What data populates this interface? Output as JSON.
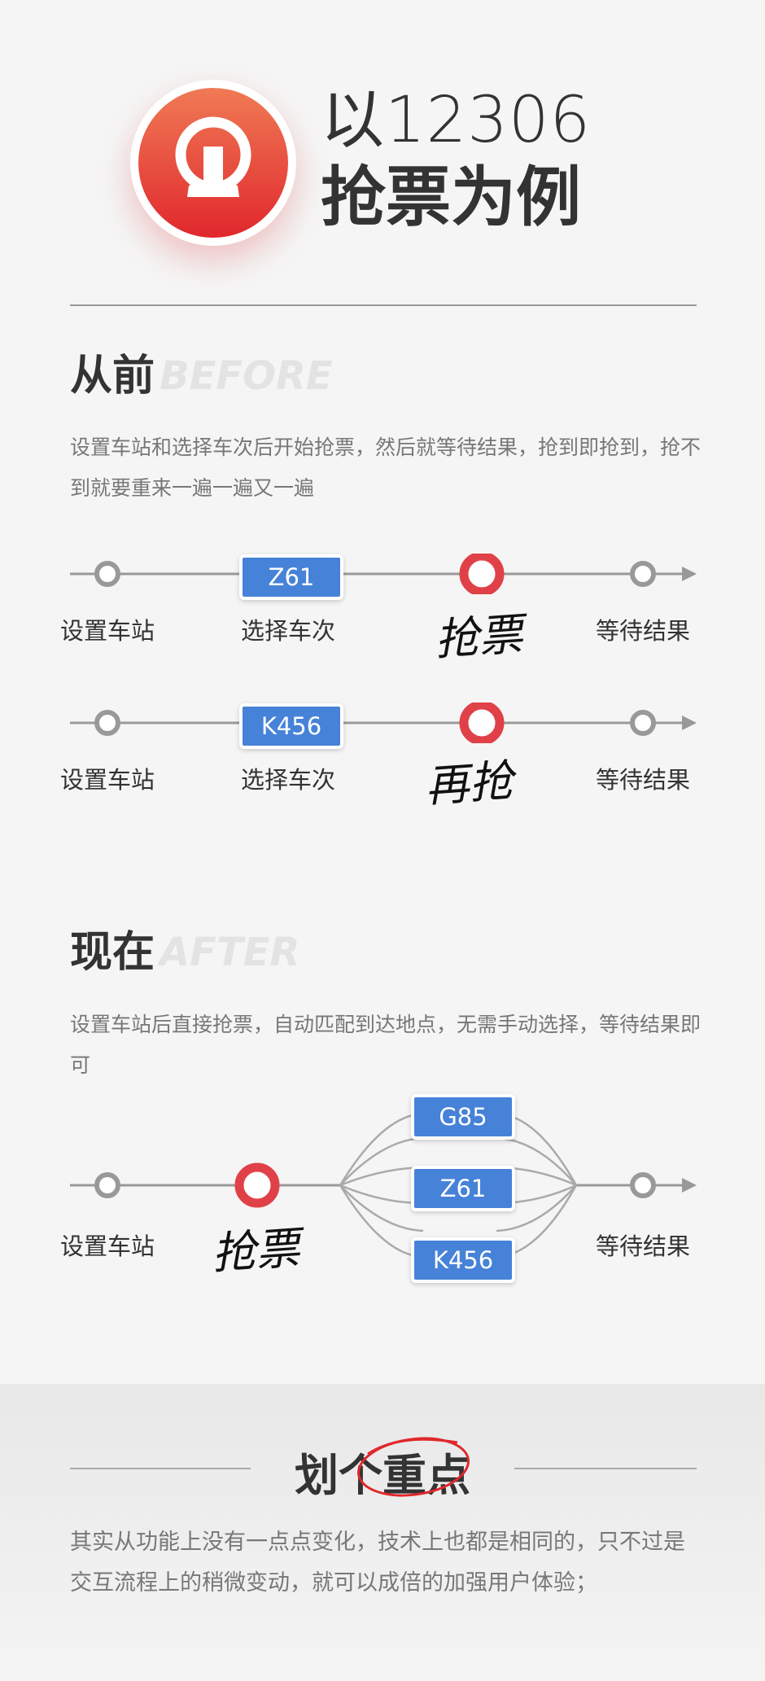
{
  "header": {
    "line1": "以12306",
    "line2": "抢票为例",
    "logo": "china-railway-logo"
  },
  "before": {
    "title": "从前",
    "title_en": "BEFORE",
    "description": "设置车站和选择车次后开始抢票，然后就等待结果，抢到即抢到，抢不到就要重来一遍一遍又一遍",
    "flow1": {
      "step1": "设置车站",
      "step2": "选择车次",
      "train": "Z61",
      "action": "抢票",
      "step4": "等待结果"
    },
    "flow2": {
      "step1": "设置车站",
      "step2": "选择车次",
      "train": "K456",
      "action": "再抢",
      "step4": "等待结果"
    }
  },
  "after": {
    "title": "现在",
    "title_en": "AFTER",
    "description": "设置车站后直接抢票，自动匹配到达地点，无需手动选择，等待结果即可",
    "flow": {
      "step1": "设置车站",
      "action": "抢票",
      "trains": [
        "G85",
        "Z61",
        "K456"
      ],
      "step_end": "等待结果"
    }
  },
  "key_point": {
    "title_prefix": "划个",
    "title_highlight": "重点",
    "description": "其实从功能上没有一点点变化，技术上也都是相同的，只不过是交互流程上的稍微变动，就可以成倍的加强用户体验；"
  },
  "colors": {
    "accent_red": "#e0282d",
    "tag_blue": "#4682d8",
    "node_gray": "#999999",
    "text_dark": "#333333",
    "text_gray": "#777777"
  }
}
